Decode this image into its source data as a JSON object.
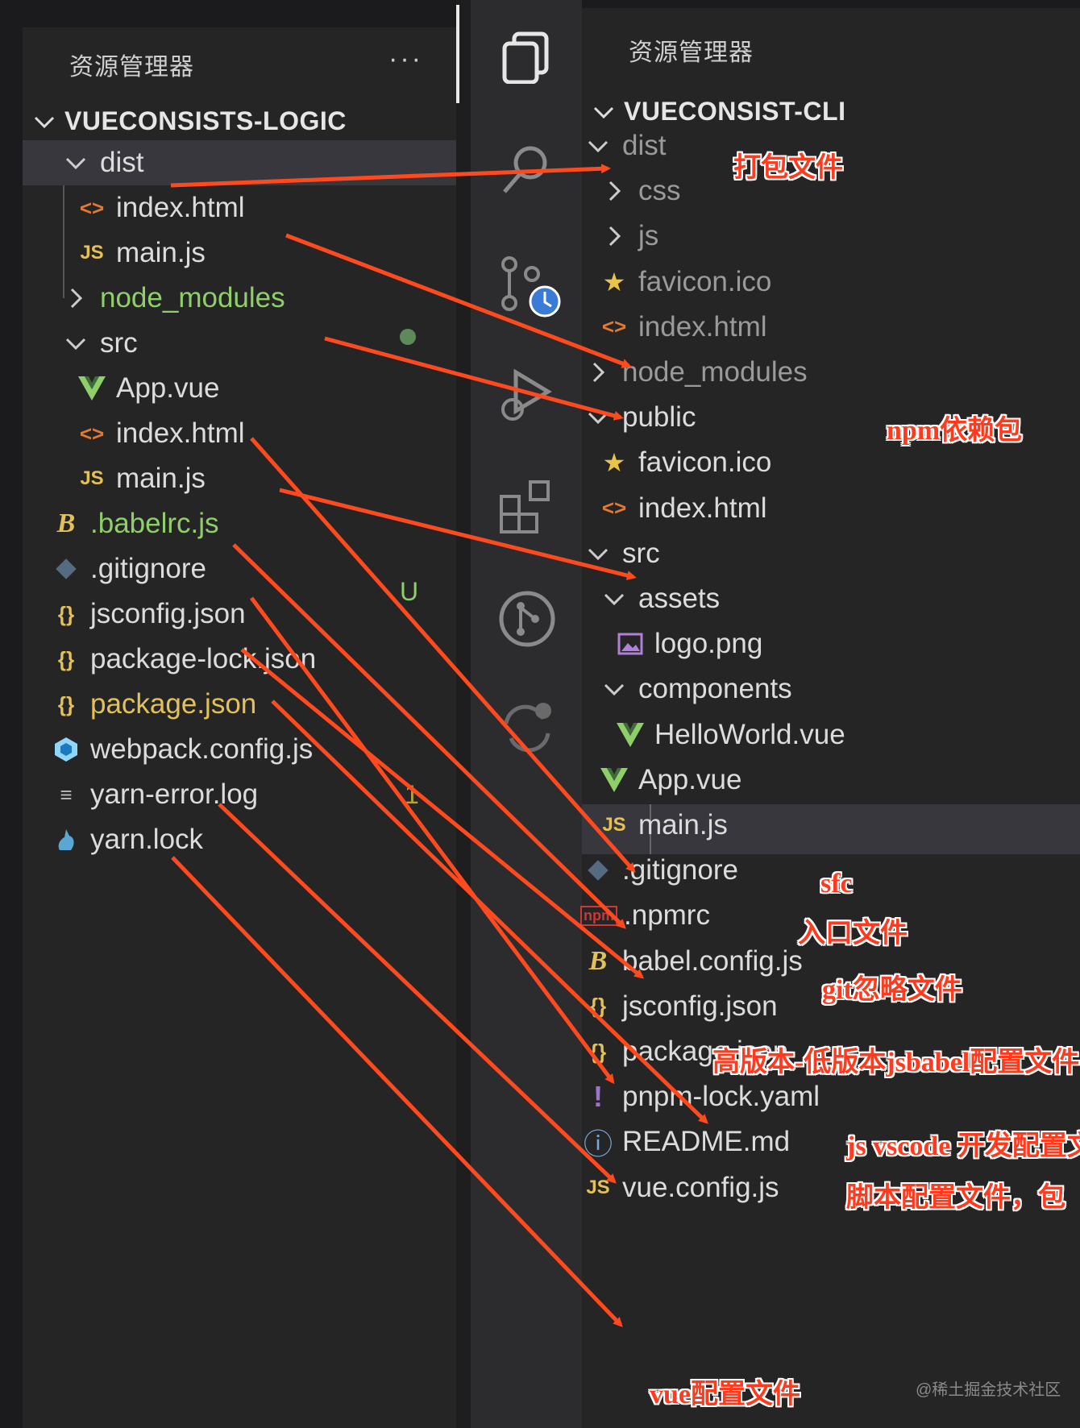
{
  "left": {
    "title": "资源管理器",
    "more": "···",
    "section": "VUECONSISTS-LOGIC",
    "items": [
      {
        "label": "dist",
        "icon": "chevron-down",
        "depth": 0
      },
      {
        "label": "index.html",
        "icon": "html",
        "depth": 1
      },
      {
        "label": "main.js",
        "icon": "js",
        "depth": 1
      },
      {
        "label": "node_modules",
        "icon": "chevron-right",
        "depth": 0
      },
      {
        "label": "src",
        "icon": "chevron-down",
        "depth": 0
      },
      {
        "label": "App.vue",
        "icon": "vue",
        "depth": 1
      },
      {
        "label": "index.html",
        "icon": "html",
        "depth": 1
      },
      {
        "label": "main.js",
        "icon": "js",
        "depth": 1
      },
      {
        "label": ".babelrc.js",
        "icon": "babel",
        "depth": 0
      },
      {
        "label": ".gitignore",
        "icon": "git",
        "depth": 0
      },
      {
        "label": "jsconfig.json",
        "icon": "json",
        "depth": 0
      },
      {
        "label": "package-lock.json",
        "icon": "json",
        "depth": 0
      },
      {
        "label": "package.json",
        "icon": "json",
        "depth": 0
      },
      {
        "label": "webpack.config.js",
        "icon": "webpack",
        "depth": 0
      },
      {
        "label": "yarn-error.log",
        "icon": "log",
        "depth": 0
      },
      {
        "label": "yarn.lock",
        "icon": "yarn",
        "depth": 0
      }
    ],
    "badge_u": "U",
    "badge_1": "1"
  },
  "right": {
    "title": "资源管理器",
    "section": "VUECONSIST-CLI",
    "items": [
      {
        "label": "dist",
        "icon": "chevron-down"
      },
      {
        "label": "css",
        "icon": "chevron-right"
      },
      {
        "label": "js",
        "icon": "chevron-right"
      },
      {
        "label": "favicon.ico",
        "icon": "star"
      },
      {
        "label": "index.html",
        "icon": "html"
      },
      {
        "label": "node_modules",
        "icon": "chevron-right"
      },
      {
        "label": "public",
        "icon": "chevron-down"
      },
      {
        "label": "favicon.ico",
        "icon": "star"
      },
      {
        "label": "index.html",
        "icon": "html"
      },
      {
        "label": "src",
        "icon": "chevron-down"
      },
      {
        "label": "assets",
        "icon": "chevron-down"
      },
      {
        "label": "logo.png",
        "icon": "image"
      },
      {
        "label": "components",
        "icon": "chevron-down"
      },
      {
        "label": "HelloWorld.vue",
        "icon": "vue"
      },
      {
        "label": "App.vue",
        "icon": "vue"
      },
      {
        "label": "main.js",
        "icon": "js"
      },
      {
        "label": ".gitignore",
        "icon": "git"
      },
      {
        "label": ".npmrc",
        "icon": "npm"
      },
      {
        "label": "babel.config.js",
        "icon": "babel"
      },
      {
        "label": "jsconfig.json",
        "icon": "json"
      },
      {
        "label": "package.json",
        "icon": "json"
      },
      {
        "label": "pnpm-lock.yaml",
        "icon": "yaml"
      },
      {
        "label": "README.md",
        "icon": "info"
      },
      {
        "label": "vue.config.js",
        "icon": "js"
      }
    ]
  },
  "annotations": {
    "dist": "打包文件",
    "node_modules": "npm依赖包",
    "sfc": "sfc",
    "entry": "入口文件",
    "gitignore": "git忽略文件",
    "babel": "高版本-低版本jsbabel配置文件",
    "jsconfig": "js vscode 开发配置文",
    "package": "脚本配置文件，包",
    "vueconfig": "vue配置文件"
  },
  "icons": {
    "html": "<>",
    "js": "JS",
    "json": "{}",
    "star": "★",
    "npm": "npm",
    "yaml": "!",
    "info": "ⓘ",
    "babel": "B",
    "vue": "V",
    "log": "≡"
  },
  "colors": {
    "accent_arrow": "#ff4a1f",
    "vue": "#8fcf6a",
    "js": "#e2c15a",
    "html": "#e37933",
    "json": "#e2c15a",
    "star": "#e9c445",
    "yaml": "#a074c4",
    "info": "#7aa7d8"
  },
  "watermark": "@稀土掘金技术社区"
}
